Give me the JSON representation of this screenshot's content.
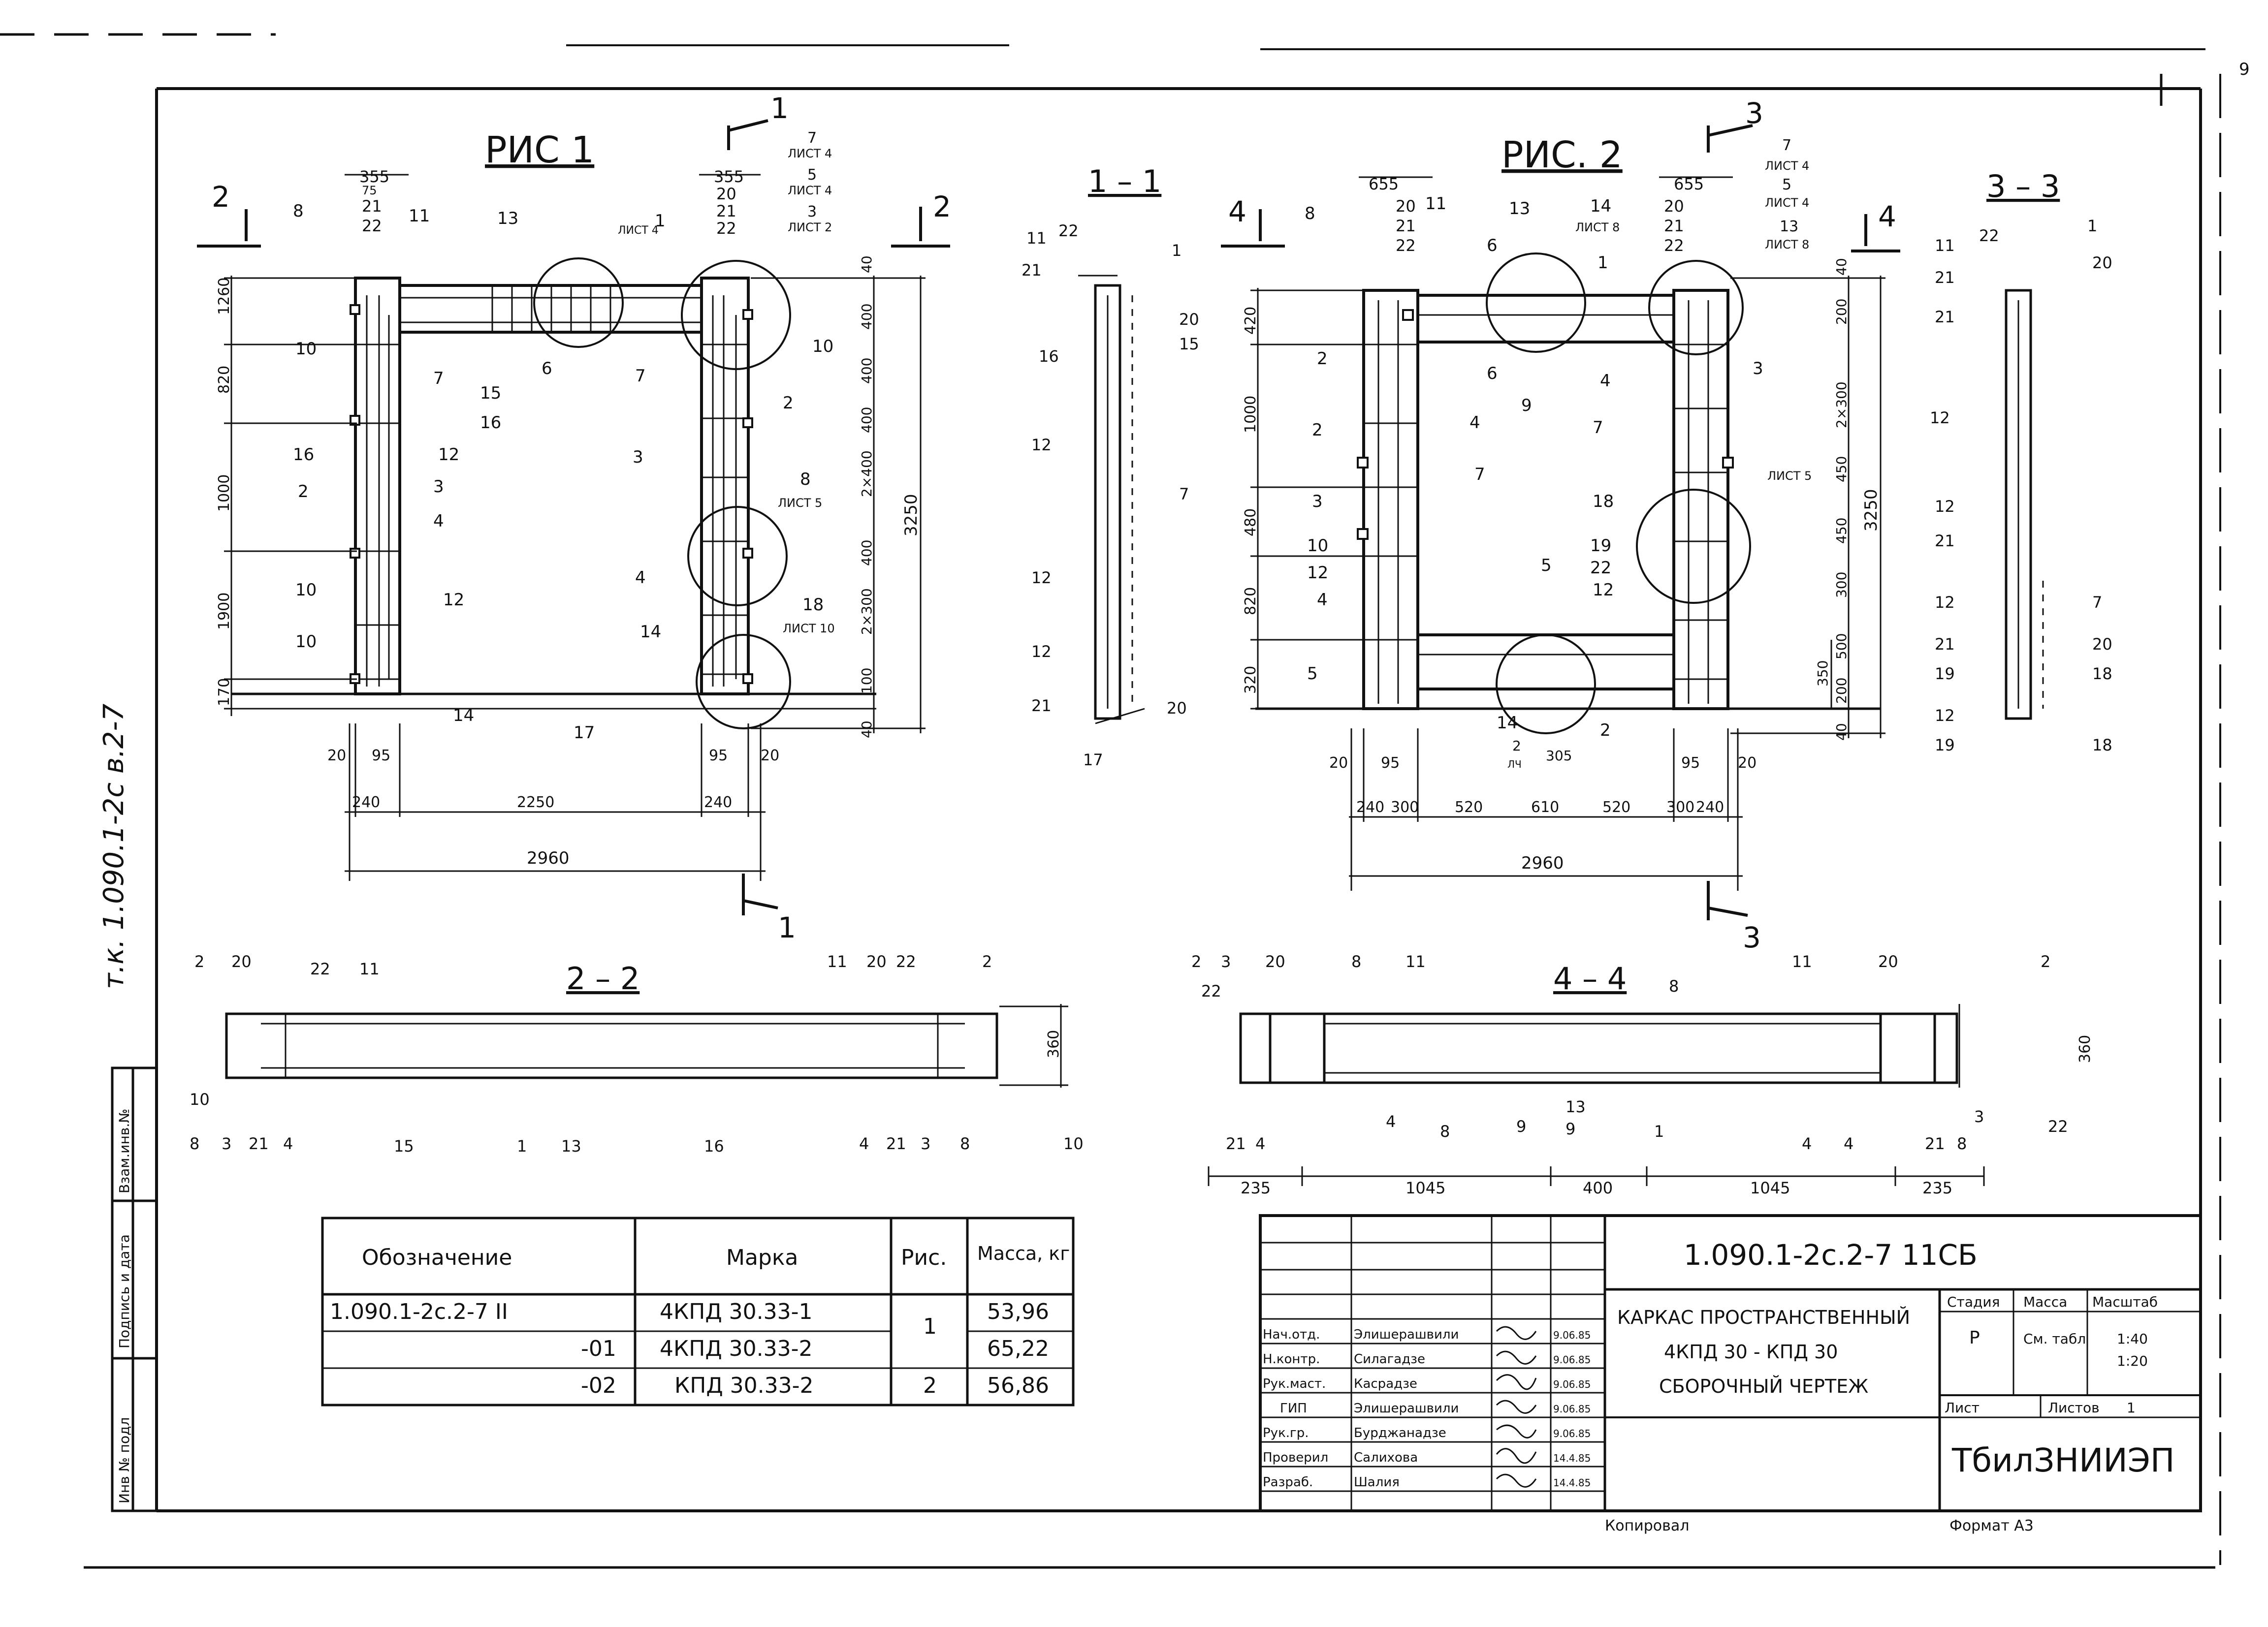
{
  "corner_mark": "9",
  "side_stamp": "т.к. 1.090.1-2с  в.2-7",
  "margin_labels": [
    "Инв № подл",
    "Подпись и дата",
    "Взам.инв.№"
  ],
  "views": {
    "fig1_title": "РИС 1",
    "fig2_title": "РИС. 2",
    "sec_1_1": "1 – 1",
    "sec_3_3": "3 – 3",
    "sec_2_2": "2 – 2",
    "sec_4_4": "4 – 4"
  },
  "cut_marks": {
    "cut1": "1",
    "cut2": "2",
    "cut3": "3",
    "cut4": "4"
  },
  "fig1": {
    "top_dims_left": [
      "355",
      "75",
      "21",
      "22"
    ],
    "top_dims_right": [
      "355",
      "20",
      "21",
      "22"
    ],
    "callouts_top_right": [
      "7",
      "ЛИСТ 4",
      "5",
      "ЛИСТ 4",
      "3",
      "ЛИСТ 2"
    ],
    "left_heights": [
      "1260",
      "820",
      "1000",
      "1900",
      "170"
    ],
    "right_heights": [
      "40",
      "400",
      "400",
      "400",
      "2×400",
      "400",
      "2×300",
      "100",
      "40"
    ],
    "total_height": "3250",
    "bottom_dims": [
      "20",
      "95",
      "240",
      "2250",
      "240",
      "95",
      "20"
    ],
    "total_width": "2960",
    "detail_13": "ЛИСТ 4",
    "detail_8": "ЛИСТ 5",
    "detail_18": "ЛИСТ 10",
    "position_labels": [
      "8",
      "11",
      "13",
      "1",
      "10",
      "7",
      "15",
      "16",
      "6",
      "10",
      "16",
      "2",
      "3",
      "12",
      "4",
      "12",
      "10",
      "10",
      "14",
      "17",
      "7",
      "2",
      "3",
      "8",
      "4",
      "14",
      "18"
    ]
  },
  "sec11": {
    "labels": [
      "11",
      "22",
      "1",
      "21",
      "16",
      "20",
      "15",
      "12",
      "7",
      "12",
      "12",
      "21",
      "17",
      "20"
    ]
  },
  "fig2": {
    "top_dims_left": [
      "655",
      "20",
      "21",
      "22"
    ],
    "top_dims_right": [
      "655",
      "20",
      "21",
      "22"
    ],
    "callouts_top_right": [
      "7",
      "ЛИСТ 4",
      "5",
      "ЛИСТ 4",
      "13",
      "ЛИСТ 8"
    ],
    "callout_14": "ЛИСТ 8",
    "callout_8": "ЛИСТ 5",
    "left_heights": [
      "420",
      "1000",
      "480",
      "820",
      "320"
    ],
    "right_heights": [
      "40",
      "200",
      "2×300",
      "450",
      "450",
      "300",
      "500",
      "200",
      "40"
    ],
    "total_height": "3250",
    "dim_350": "350",
    "bottom_dims": [
      "20",
      "95",
      "240",
      "300",
      "520",
      "610",
      "520",
      "300",
      "240",
      "95",
      "20"
    ],
    "inner_dims": [
      "305",
      "2",
      "ЛЧ"
    ],
    "total_width": "2960",
    "position_labels": [
      "8",
      "11",
      "13",
      "14",
      "6",
      "1",
      "2",
      "6",
      "4",
      "3",
      "2",
      "9",
      "4",
      "7",
      "7",
      "3",
      "10",
      "12",
      "4",
      "18",
      "19",
      "22",
      "12",
      "5",
      "5",
      "14",
      "2"
    ]
  },
  "sec33": {
    "labels": [
      "11",
      "22",
      "1",
      "21",
      "20",
      "21",
      "12",
      "12",
      "21",
      "12",
      "21",
      "7",
      "20",
      "19",
      "18",
      "12",
      "19",
      "18"
    ]
  },
  "sec22": {
    "labels_top": [
      "2",
      "20",
      "22",
      "11",
      "11",
      "20",
      "22",
      "2"
    ],
    "labels_bottom": [
      "10",
      "8",
      "3",
      "21",
      "4",
      "15",
      "1",
      "13",
      "16",
      "4",
      "21",
      "3",
      "8",
      "10"
    ],
    "height": "360"
  },
  "sec44": {
    "labels_top": [
      "2",
      "3",
      "20",
      "8",
      "11",
      "8",
      "11",
      "20",
      "2",
      "22"
    ],
    "labels_bottom": [
      "21",
      "4",
      "4",
      "8",
      "9",
      "13",
      "9",
      "1",
      "4",
      "4",
      "21",
      "8",
      "3",
      "22"
    ],
    "bottom_dims": [
      "235",
      "1045",
      "400",
      "1045",
      "235"
    ],
    "height": "360"
  },
  "spec_table": {
    "headers": [
      "Обозначение",
      "Марка",
      "Рис.",
      "Масса, кг"
    ],
    "rows": [
      {
        "designation": "1.090.1-2с.2-7 II",
        "mark": "4КПД 30.33-1",
        "fig": "1",
        "mass": "53,96"
      },
      {
        "designation": "-01",
        "mark": "4КПД 30.33-2",
        "fig": "",
        "mass": "65,22"
      },
      {
        "designation": "-02",
        "mark": "КПД 30.33-2",
        "fig": "2",
        "mass": "56,86"
      }
    ]
  },
  "title_block": {
    "code": "1.090.1-2с.2-7    11СБ",
    "title_lines": [
      "КАРКАС ПРОСТРАНСТВЕННЫЙ",
      "4КПД 30 - КПД 30",
      "СБОРОЧНЫЙ ЧЕРТЕЖ"
    ],
    "stage_header": "Стадия",
    "mass_header": "Масса",
    "scale_header": "Масштаб",
    "stage": "Р",
    "mass": "См. табл",
    "scales": [
      "1:40",
      "1:20"
    ],
    "sheet_label": "Лист",
    "sheets_label": "Листов",
    "sheets_value": "1",
    "org": "ТбилЗНИИЭП",
    "roles": [
      {
        "role": "Нач.отд.",
        "name": "Элишерашвили",
        "date": "9.06.85"
      },
      {
        "role": "Н.контр.",
        "name": "Силагадзе",
        "date": "9.06.85"
      },
      {
        "role": "Рук.маст.",
        "name": "Касрадзе",
        "date": "9.06.85"
      },
      {
        "role": "ГИП",
        "name": "Элишерашвили",
        "date": "9.06.85"
      },
      {
        "role": "Рук.гр.",
        "name": "Бурджанадзе",
        "date": "9.06.85"
      },
      {
        "role": "Проверил",
        "name": "Салихова",
        "date": "14.4.85"
      },
      {
        "role": "Разраб.",
        "name": "Шалия",
        "date": "14.4.85"
      }
    ],
    "copied": "Копировал",
    "format": "Формат А3"
  }
}
